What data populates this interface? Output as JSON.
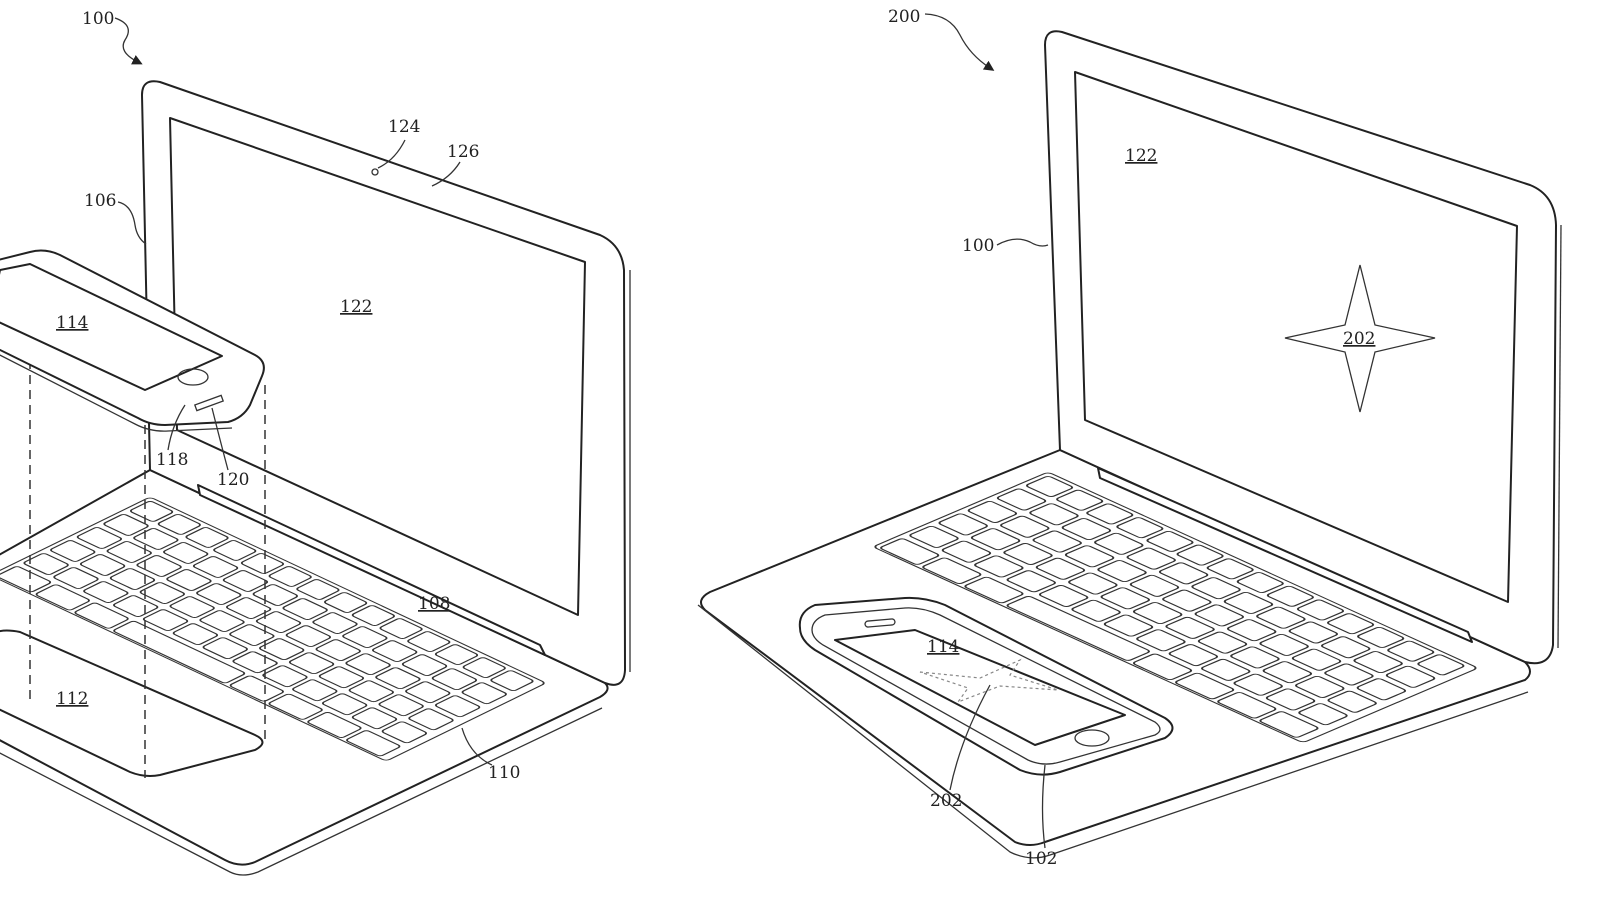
{
  "figure_left": {
    "ref": "100",
    "labels": {
      "camera": "124",
      "bezel": "126",
      "housing": "106",
      "phone": "114",
      "display": "122",
      "port": "118",
      "connector": "120",
      "keyboard_edge": "108",
      "cavity": "112",
      "keyboard": "110"
    }
  },
  "figure_right": {
    "ref": "200",
    "labels": {
      "display": "122",
      "laptop": "100",
      "star_display": "202",
      "phone": "114",
      "star_phone": "202",
      "slot": "102"
    }
  }
}
